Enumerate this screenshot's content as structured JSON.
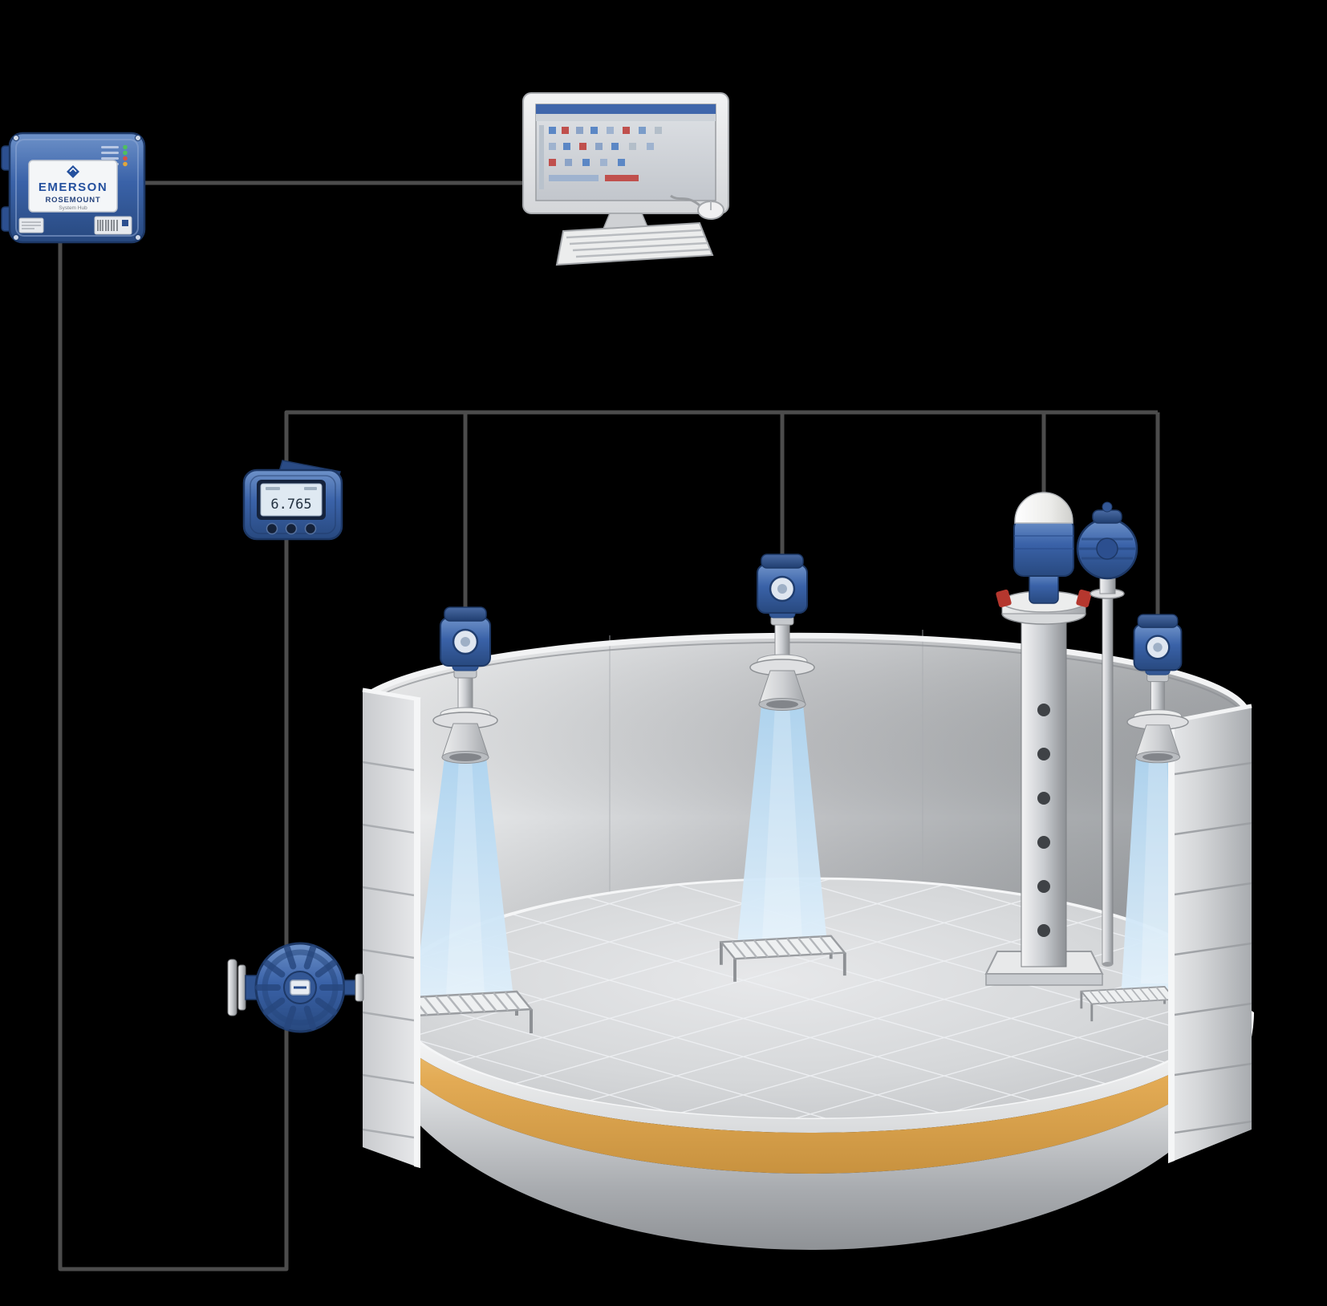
{
  "colors": {
    "background": "#000000",
    "wire": "#4c4c4c",
    "device_blue": "#3a62a8",
    "beam_blue": "#aed4f0",
    "liquid_amber": "#e3ab55",
    "tank_gray": "#bfc1c4"
  },
  "hub": {
    "brand": "EMERSON",
    "product": "ROSEMOUNT",
    "caption": "System Hub"
  },
  "field_display": {
    "value": "6.765"
  }
}
